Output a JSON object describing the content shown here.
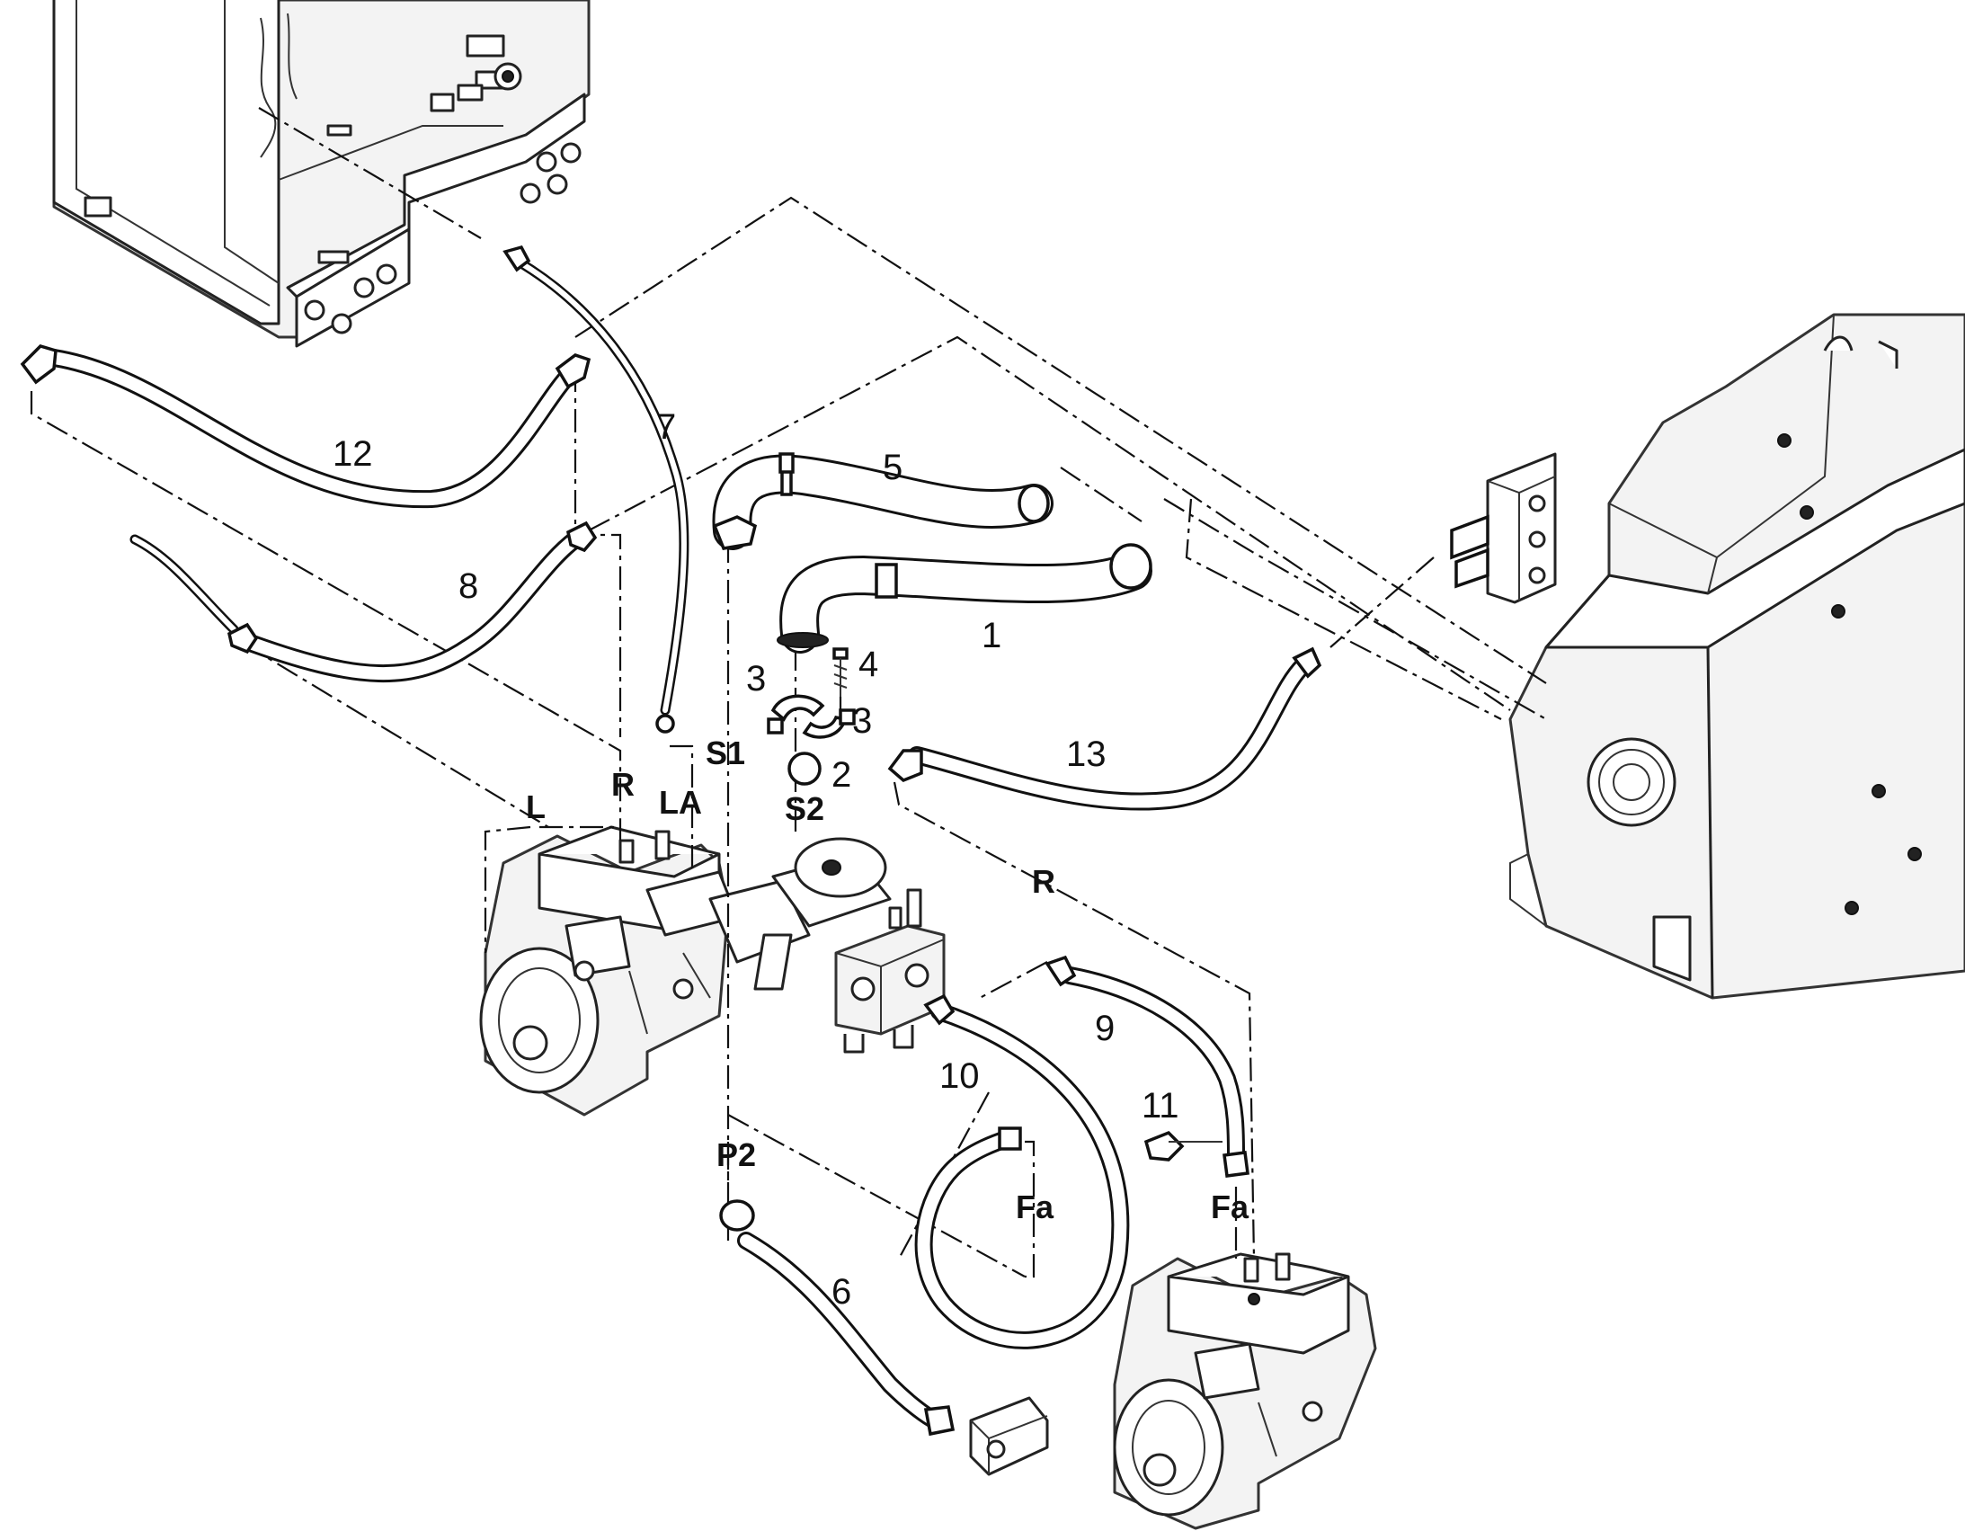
{
  "callouts": {
    "c1": "1",
    "c2": "2",
    "c3a": "3",
    "c3b": "3",
    "c4": "4",
    "c5": "5",
    "c6": "6",
    "c7": "7",
    "c8": "8",
    "c9": "9",
    "c10": "10",
    "c11": "11",
    "c12": "12",
    "c13": "13"
  },
  "ports": {
    "s1": "S1",
    "s2": "S2",
    "la": "LA",
    "l": "L",
    "r_left": "R",
    "r_right": "R",
    "p2": "P2",
    "fa_left": "Fa",
    "fa_right": "Fa"
  }
}
